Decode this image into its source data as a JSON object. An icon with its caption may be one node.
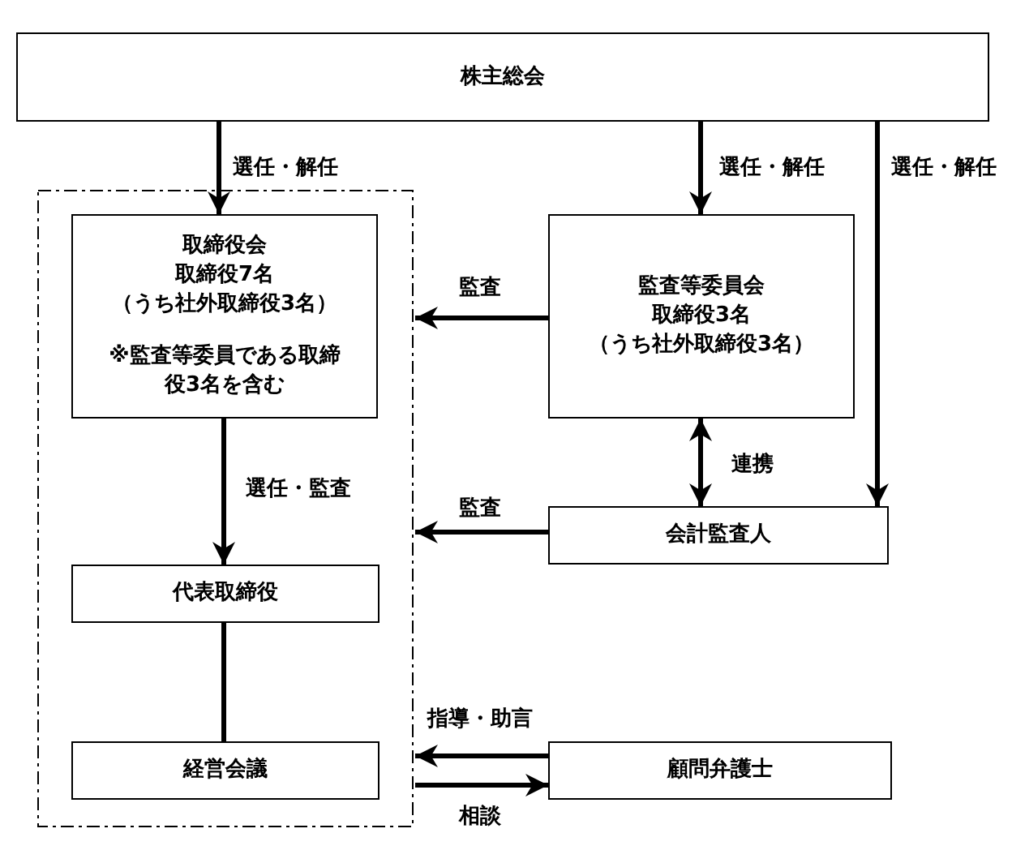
{
  "diagram": {
    "nodes": [
      {
        "text": [
          "株主総会"
        ]
      },
      {
        "text": [],
        "shape": "box"
      },
      {
        "text": [
          "取締役会",
          "取締役7名",
          "（うち社外取締役3名）",
          "※監査等委員である取締役3名を含む"
        ],
        "in": 1
      },
      {
        "text": [
          "代表取締役"
        ],
        "in": 1
      },
      {
        "text": [
          "経営会議"
        ],
        "in": 1
      },
      {
        "text": [
          "監査等委員会",
          "取締役3名",
          "（うち社外取締役3名）"
        ]
      },
      {
        "text": [
          "会計監査人"
        ]
      },
      {
        "text": [
          "顧問弁護士"
        ]
      }
    ],
    "edges": [
      {
        "from": 0,
        "to": 2,
        "arrow": "to",
        "label": "選任・解任"
      },
      {
        "from": 0,
        "to": 5,
        "arrow": "to",
        "label": "選任・解任"
      },
      {
        "from": 0,
        "to": 6,
        "arrow": "to",
        "label": "選任・解任"
      },
      {
        "from": 5,
        "to": 1,
        "arrow": "to",
        "label": "監査"
      },
      {
        "from": 6,
        "to": 1,
        "arrow": "to",
        "label": "監査"
      },
      {
        "from": 2,
        "to": 3,
        "arrow": "to",
        "label": "選任・監査"
      },
      {
        "from": 3,
        "to": 4,
        "arrow": "none"
      },
      {
        "from": 5,
        "to": 6,
        "arrow": "both",
        "label": "連携"
      },
      {
        "from": 7,
        "to": 1,
        "arrow": "to",
        "label": "指導・助言"
      },
      {
        "from": 1,
        "to": 7,
        "arrow": "to",
        "label": "相談"
      }
    ]
  }
}
